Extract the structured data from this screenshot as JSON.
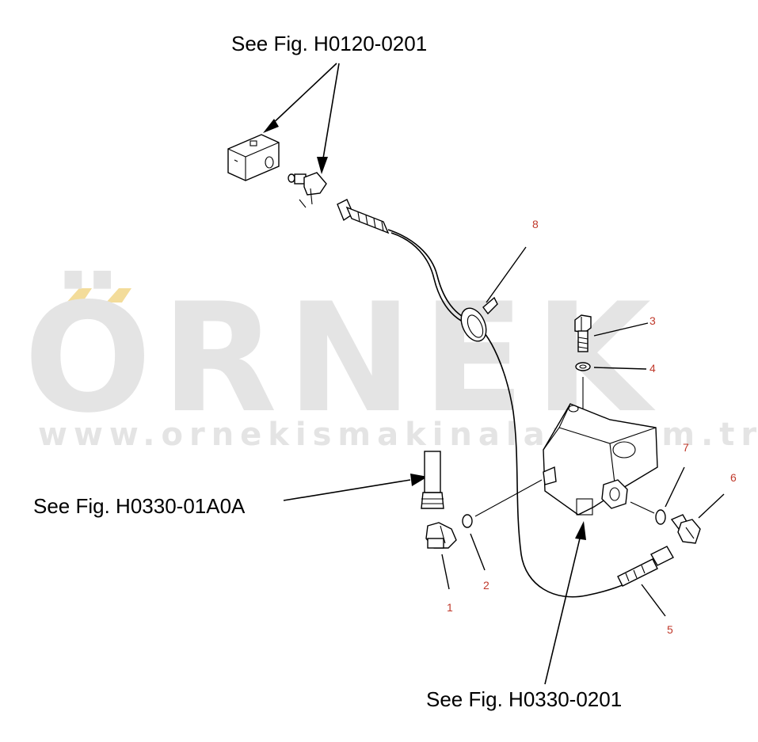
{
  "references": {
    "top": "See Fig. H0120-0201",
    "left": "See Fig. H0330-01A0A",
    "bottom": "See Fig. H0330-0201"
  },
  "callouts": [
    "1",
    "2",
    "3",
    "4",
    "5",
    "6",
    "7",
    "8"
  ],
  "watermark": {
    "brand": "ÖRNEK",
    "url": "www.ornekismakinalari.com.tr",
    "accent_color": "#f3dc9a",
    "text_color": "#e4e4e4"
  },
  "colors": {
    "line": "#000000",
    "callout_number": "#c0392b",
    "background": "#ffffff"
  }
}
